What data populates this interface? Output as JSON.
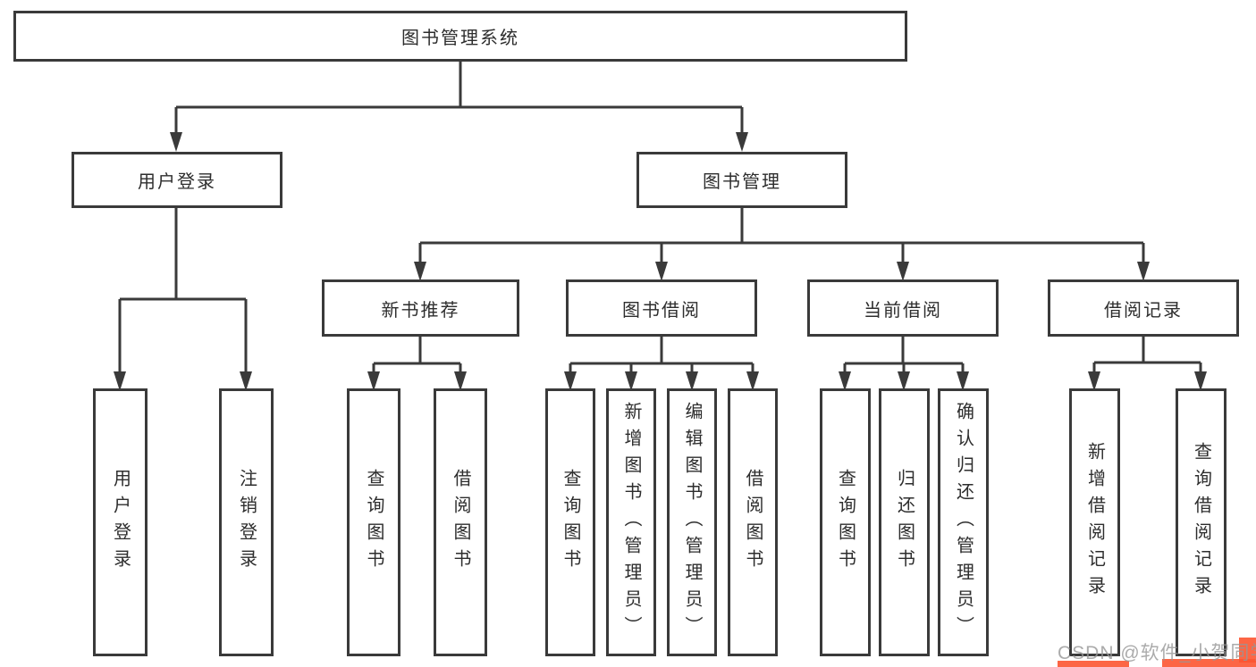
{
  "tree": {
    "label": "图书管理系统",
    "children": [
      {
        "label": "用户登录",
        "children": [
          {
            "label": "用户登录"
          },
          {
            "label": "注销登录"
          }
        ]
      },
      {
        "label": "图书管理",
        "children": [
          {
            "label": "新书推荐",
            "children": [
              {
                "label": "查询图书"
              },
              {
                "label": "借阅图书"
              }
            ]
          },
          {
            "label": "图书借阅",
            "children": [
              {
                "label": "查询图书"
              },
              {
                "label": "新增图书（管理员）"
              },
              {
                "label": "编辑图书（管理员）"
              },
              {
                "label": "借阅图书"
              }
            ]
          },
          {
            "label": "当前借阅",
            "children": [
              {
                "label": "查询图书"
              },
              {
                "label": "归还图书"
              },
              {
                "label": "确认归还（管理员）"
              }
            ]
          },
          {
            "label": "借阅记录",
            "children": [
              {
                "label": "新增借阅记录"
              },
              {
                "label": "查询借阅记录"
              }
            ]
          }
        ]
      }
    ]
  },
  "watermark": {
    "text": "CSDN @软件_小贺同学"
  },
  "colors": {
    "line": "#3a3a3a",
    "text": "#2d2d2d",
    "background": "#ffffff",
    "watermark_red": "#fc5531",
    "watermark_text": "#969696"
  }
}
